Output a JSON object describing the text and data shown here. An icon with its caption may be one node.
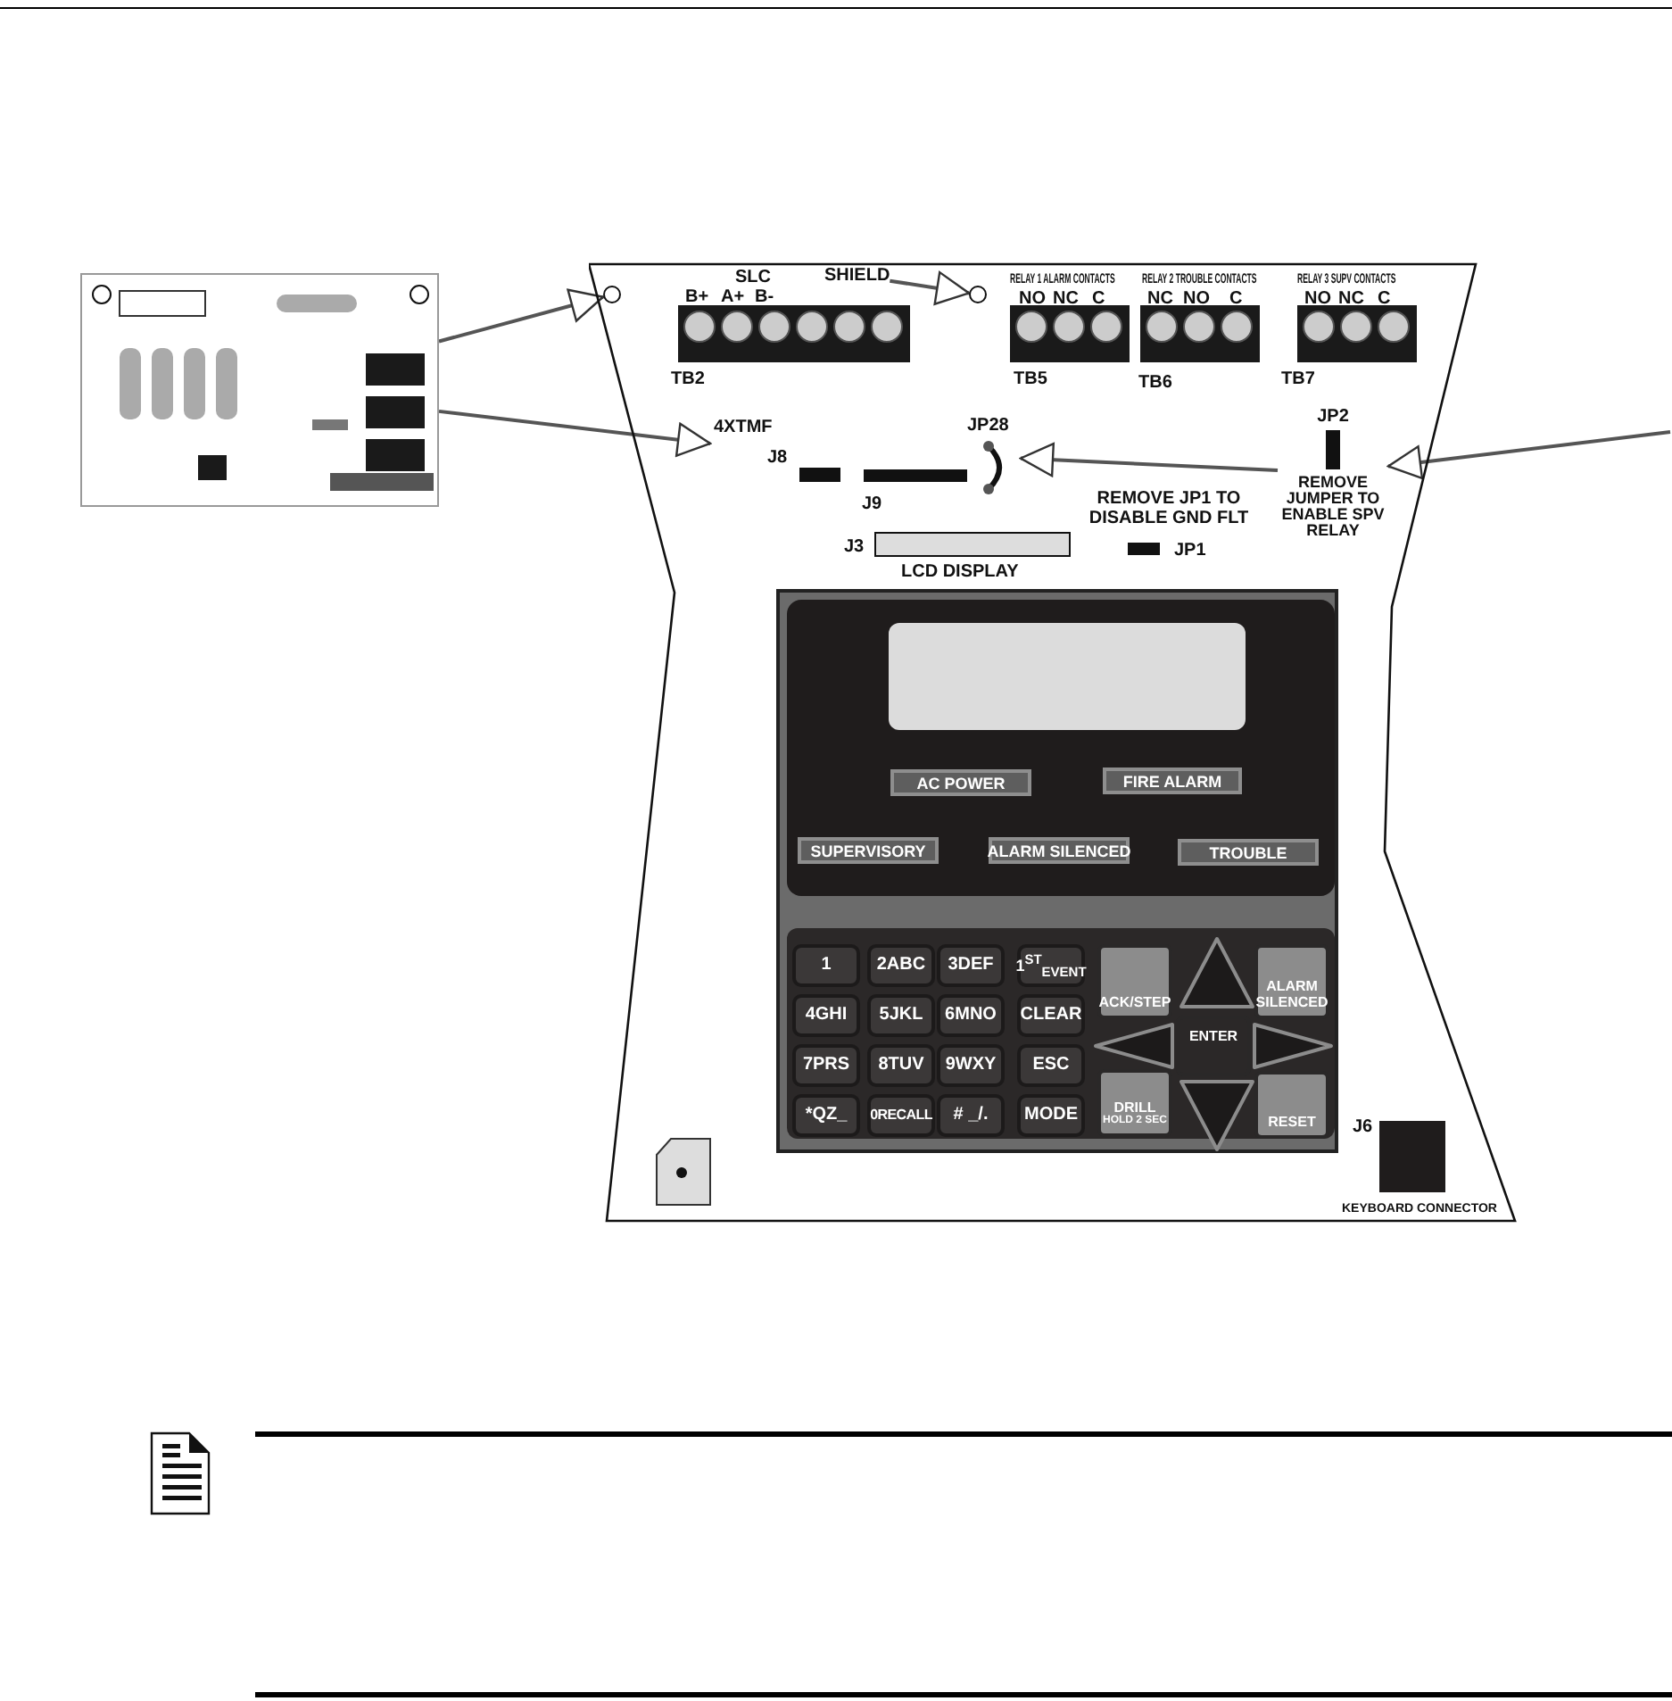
{
  "diagram": {
    "nodes": [
      {
        "text": [],
        "shape": "picture"
      },
      {
        "text": [],
        "shape": "box"
      },
      {
        "text": [],
        "shape": "circle",
        "in": 1
      },
      {
        "text": [
          "SHIELD"
        ],
        "in": 1
      },
      {
        "text": [],
        "shape": "circle",
        "in": 1
      },
      {
        "text": [
          "4XTMF",
          "J8"
        ],
        "in": 1
      },
      {
        "text": [
          "JP28"
        ],
        "in": 1
      },
      {
        "text": [
          "JP2",
          "REMOVE JUMPER TO ENABLE SPV RELAY"
        ],
        "in": 1
      },
      {
        "text": [],
        "shape": "box",
        "in": 1
      },
      {
        "text": [
          "AC POWER"
        ],
        "in": 8
      },
      {
        "text": [
          "FIRE ALARM"
        ],
        "in": 8
      },
      {
        "text": [
          "SUPERVISORY"
        ],
        "in": 8
      },
      {
        "text": [
          "ALARM SILENCED"
        ],
        "in": 8
      },
      {
        "text": [
          "TROUBLE"
        ],
        "in": 8
      },
      {
        "text": [
          "1"
        ],
        "in": 8
      },
      {
        "text": [
          "2ABC"
        ],
        "in": 8
      },
      {
        "text": [
          "3DEF"
        ],
        "in": 8
      },
      {
        "text": [
          "1$^{ST}$$_{EVENT}$"
        ],
        "in": 8
      },
      {
        "text": [
          "4GHI"
        ],
        "in": 8
      },
      {
        "text": [
          "5JKL"
        ],
        "in": 8
      },
      {
        "text": [
          "6MNO"
        ],
        "in": 8
      },
      {
        "text": [
          "CLEAR"
        ],
        "in": 8
      },
      {
        "text": [
          "7PRS"
        ],
        "in": 8
      },
      {
        "text": [
          "8TUV"
        ],
        "in": 8
      },
      {
        "text": [
          "9WXY"
        ],
        "in": 8
      },
      {
        "text": [
          "ESC"
        ],
        "in": 8
      },
      {
        "text": [
          "*QZ_"
        ],
        "in": 8
      },
      {
        "text": [
          "0RECALL"
        ],
        "in": 8
      },
      {
        "text": [
          "# _/."
        ],
        "in": 8
      },
      {
        "text": [
          "MODE"
        ],
        "in": 8
      },
      {
        "text": [
          "ACK/STEP"
        ],
        "in": 8
      },
      {
        "text": [],
        "shape": "triangle",
        "in": 8
      },
      {
        "text": [
          "ALARM SILENCED"
        ],
        "in": 8
      },
      {
        "text": [],
        "shape": "triangle",
        "in": 8
      },
      {
        "text": [
          "ENTER"
        ],
        "in": 8
      },
      {
        "text": [],
        "shape": "triangle",
        "in": 8
      },
      {
        "text": [
          "DRILL",
          "HOLD 2 SEC"
        ],
        "in": 8
      },
      {
        "text": [],
        "shape": "triangle",
        "in": 8
      },
      {
        "text": [
          "RESET"
        ],
        "in": 8
      },
      {
        "text": [
          "J3",
          "LCD DISPLAY"
        ],
        "in": 1
      },
      {
        "text": [],
        "shape": "screen",
        "in": 8
      }
    ],
    "edges": [
      {
        "from": 0,
        "to": 2,
        "arrow": "to"
      },
      {
        "from": 0,
        "to": 5,
        "arrow": "to"
      },
      {
        "from": 3,
        "to": 4,
        "arrow": "to"
      },
      {
        "from": null,
        "to": 7,
        "arrow": "to"
      },
      {
        "from": 7,
        "to": 6,
        "arrow": "to"
      }
    ],
    "labels": [
      "SLC",
      "B+",
      "A+",
      "B-",
      "RELAY 1 ALARM CONTACTS",
      "RELAY 2 TROUBLE CONTACTS",
      "RELAY 3 SUPV CONTACTS",
      "NO",
      "NC",
      "C",
      "NC",
      "NO",
      "C",
      "NO",
      "NC",
      "C",
      "TB2",
      "TB5",
      "TB6",
      "TB7",
      "J9",
      "REMOVE JP1 TO DISABLE GND FLT",
      "JP1",
      "J6",
      "KEYBOARD CONNECTOR"
    ]
  }
}
